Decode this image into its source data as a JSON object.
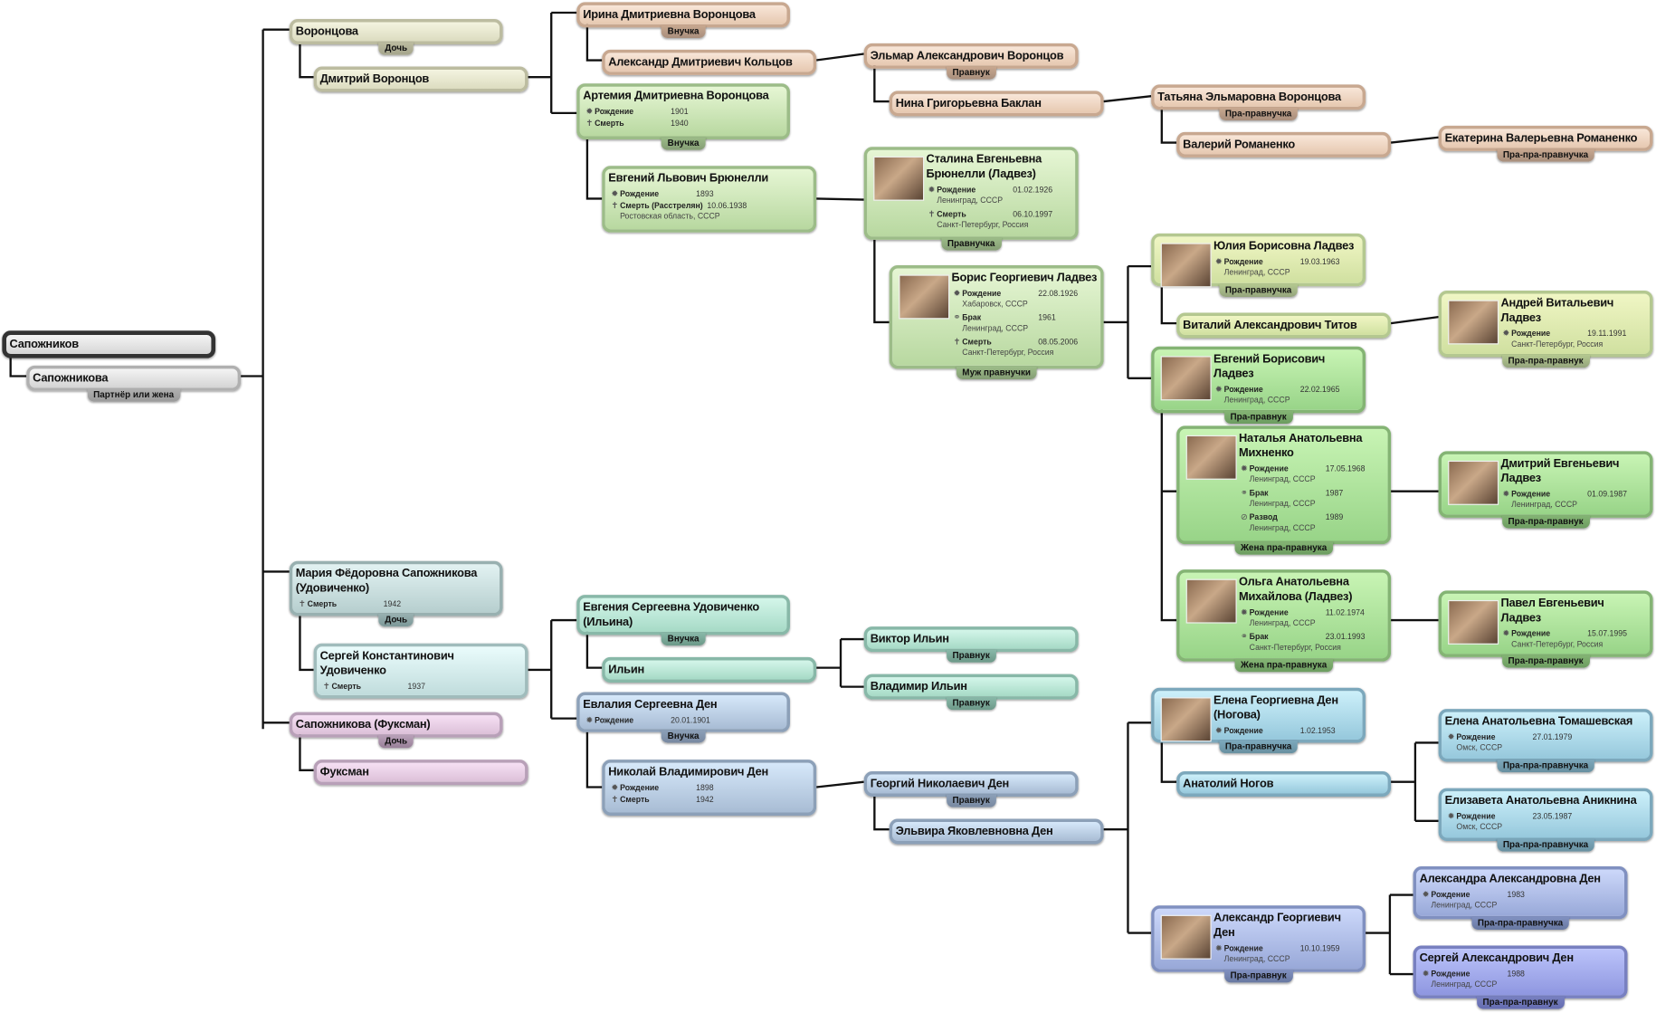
{
  "people": [
    {
      "name": "Сапожников",
      "relation": null,
      "facts": []
    },
    {
      "name": "Сапожникова",
      "relation": "Партнёр или жена",
      "facts": []
    },
    {
      "name": "Воронцова",
      "relation": "Дочь",
      "facts": []
    },
    {
      "name": "Дмитрий Воронцов",
      "relation": null,
      "facts": []
    },
    {
      "name": "Ирина Дмитриевна Воронцова",
      "relation": "Внучка",
      "facts": []
    },
    {
      "name": "Александр Дмитриевич Кольцов",
      "relation": null,
      "facts": []
    },
    {
      "name": "Артемия Дмитриевна Воронцова",
      "relation": "Внучка",
      "facts": [
        {
          "icon": "birth",
          "label": "Рождение",
          "value": "1901"
        },
        {
          "icon": "death",
          "label": "Смерть",
          "value": "1940"
        }
      ]
    },
    {
      "name": "Евгений Львович Брюнелли",
      "relation": null,
      "facts": [
        {
          "icon": "birth",
          "label": "Рождение",
          "value": "1893"
        },
        {
          "icon": "death",
          "label": "Смерть (Расстрелян)",
          "value": "10.06.1938",
          "place": "Ростовская область, СССР"
        }
      ]
    },
    {
      "name": "Эльмар Александрович Воронцов",
      "relation": "Правнук",
      "facts": []
    },
    {
      "name": "Нина Григорьевна Баклан",
      "relation": null,
      "facts": []
    },
    {
      "name": "Сталина Евгеньевна Брюнелли (Ладвез)",
      "relation": "Правнучка",
      "facts": [
        {
          "icon": "birth",
          "label": "Рождение",
          "value": "01.02.1926",
          "place": "Ленинград, СССР"
        },
        {
          "icon": "death",
          "label": "Смерть",
          "value": "06.10.1997",
          "place": "Санкт-Петербург, Россия"
        }
      ]
    },
    {
      "name": "Борис Георгиевич Ладвез",
      "relation": "Муж правнучки",
      "facts": [
        {
          "icon": "birth",
          "label": "Рождение",
          "value": "22.08.1926",
          "place": "Хабаровск, СССР"
        },
        {
          "icon": "marriage",
          "label": "Брак",
          "value": "1961",
          "place": "Ленинград, СССР"
        },
        {
          "icon": "death",
          "label": "Смерть",
          "value": "08.05.2006",
          "place": "Санкт-Петербург, Россия"
        }
      ]
    },
    {
      "name": "Татьяна Эльмаровна Воронцова",
      "relation": "Пра-правнучка",
      "facts": []
    },
    {
      "name": "Валерий Романенко",
      "relation": null,
      "facts": []
    },
    {
      "name": "Екатерина Валерьевна Романенко",
      "relation": "Пра-пра-правнучка",
      "facts": []
    },
    {
      "name": "Юлия Борисовна Ладвез",
      "relation": "Пра-правнучка",
      "facts": [
        {
          "icon": "birth",
          "label": "Рождение",
          "value": "19.03.1963",
          "place": "Ленинград, СССР"
        }
      ]
    },
    {
      "name": "Виталий Александрович Титов",
      "relation": null,
      "facts": []
    },
    {
      "name": "Андрей Витальевич Ладвез",
      "relation": "Пра-пра-правнук",
      "facts": [
        {
          "icon": "birth",
          "label": "Рождение",
          "value": "19.11.1991",
          "place": "Санкт-Петербург, Россия"
        }
      ]
    },
    {
      "name": "Евгений Борисович Ладвез",
      "relation": "Пра-правнук",
      "facts": [
        {
          "icon": "birth",
          "label": "Рождение",
          "value": "22.02.1965",
          "place": "Ленинград, СССР"
        }
      ]
    },
    {
      "name": "Наталья Анатольевна Михненко",
      "relation": "Жена пра-правнука",
      "facts": [
        {
          "icon": "birth",
          "label": "Рождение",
          "value": "17.05.1968",
          "place": "Ленинград, СССР"
        },
        {
          "icon": "marriage",
          "label": "Брак",
          "value": "1987",
          "place": "Ленинград, СССР"
        },
        {
          "icon": "divorce",
          "label": "Развод",
          "value": "1989",
          "place": "Ленинград, СССР"
        }
      ]
    },
    {
      "name": "Ольга Анатольевна Михайлова (Ладвез)",
      "relation": "Жена пра-правнука",
      "facts": [
        {
          "icon": "birth",
          "label": "Рождение",
          "value": "11.02.1974",
          "place": "Ленинград, СССР"
        },
        {
          "icon": "marriage",
          "label": "Брак",
          "value": "23.01.1993",
          "place": "Санкт-Петербург, Россия"
        }
      ]
    },
    {
      "name": "Дмитрий Евгеньевич Ладвез",
      "relation": "Пра-пра-правнук",
      "facts": [
        {
          "icon": "birth",
          "label": "Рождение",
          "value": "01.09.1987",
          "place": "Ленинград, СССР"
        }
      ]
    },
    {
      "name": "Павел Евгеньевич Ладвез",
      "relation": "Пра-пра-правнук",
      "facts": [
        {
          "icon": "birth",
          "label": "Рождение",
          "value": "15.07.1995",
          "place": "Санкт-Петербург, Россия"
        }
      ]
    },
    {
      "name": "Мария Фёдоровна Сапожникова (Удовиченко)",
      "relation": "Дочь",
      "facts": [
        {
          "icon": "death",
          "label": "Смерть",
          "value": "1942"
        }
      ]
    },
    {
      "name": "Сергей Константинович Удовиченко",
      "relation": null,
      "facts": [
        {
          "icon": "death",
          "label": "Смерть",
          "value": "1937"
        }
      ]
    },
    {
      "name": "Сапожникова (Фуксман)",
      "relation": "Дочь",
      "facts": []
    },
    {
      "name": "Фуксман",
      "relation": null,
      "facts": []
    },
    {
      "name": "Евгения Сергеевна Удовиченко (Ильина)",
      "relation": "Внучка",
      "facts": []
    },
    {
      "name": "Ильин",
      "relation": null,
      "facts": []
    },
    {
      "name": "Виктор Ильин",
      "relation": "Правнук",
      "facts": []
    },
    {
      "name": "Владимир Ильин",
      "relation": "Правнук",
      "facts": []
    },
    {
      "name": "Евлалия Сергеевна Ден",
      "relation": "Внучка",
      "facts": [
        {
          "icon": "birth",
          "label": "Рождение",
          "value": "20.01.1901"
        }
      ]
    },
    {
      "name": "Николай Владимирович Ден",
      "relation": null,
      "facts": [
        {
          "icon": "birth",
          "label": "Рождение",
          "value": "1898"
        },
        {
          "icon": "death",
          "label": "Смерть",
          "value": "1942"
        }
      ]
    },
    {
      "name": "Георгий Николаевич Ден",
      "relation": "Правнук",
      "facts": []
    },
    {
      "name": "Эльвира Яковлевновна Ден",
      "relation": null,
      "facts": []
    },
    {
      "name": "Елена Георгиевна Ден (Ногова)",
      "relation": "Пра-правнучка",
      "facts": [
        {
          "icon": "birth",
          "label": "Рождение",
          "value": "1.02.1953"
        }
      ]
    },
    {
      "name": "Анатолий Ногов",
      "relation": null,
      "facts": []
    },
    {
      "name": "Елена Анатольевна Томашевская",
      "relation": "Пра-пра-правнучка",
      "facts": [
        {
          "icon": "birth",
          "label": "Рождение",
          "value": "27.01.1979",
          "place": "Омск, СССР"
        }
      ]
    },
    {
      "name": "Елизавета Анатольевна Аникнина",
      "relation": "Пра-пра-правнучка",
      "facts": [
        {
          "icon": "birth",
          "label": "Рождение",
          "value": "23.05.1987",
          "place": "Омск, СССР"
        }
      ]
    },
    {
      "name": "Александр Георгиевич Ден",
      "relation": "Пра-правнук",
      "facts": [
        {
          "icon": "birth",
          "label": "Рождение",
          "value": "10.10.1959",
          "place": "Ленинград, СССР"
        }
      ]
    },
    {
      "name": "Александра Александровна Ден",
      "relation": "Пра-пра-правнучка",
      "facts": [
        {
          "icon": "birth",
          "label": "Рождение",
          "value": "1983",
          "place": "Ленинград, СССР"
        }
      ]
    },
    {
      "name": "Сергей Александрович Ден",
      "relation": "Пра-пра-правнук",
      "facts": [
        {
          "icon": "birth",
          "label": "Рождение",
          "value": "1988",
          "place": "Ленинград, СССР"
        }
      ]
    }
  ]
}
